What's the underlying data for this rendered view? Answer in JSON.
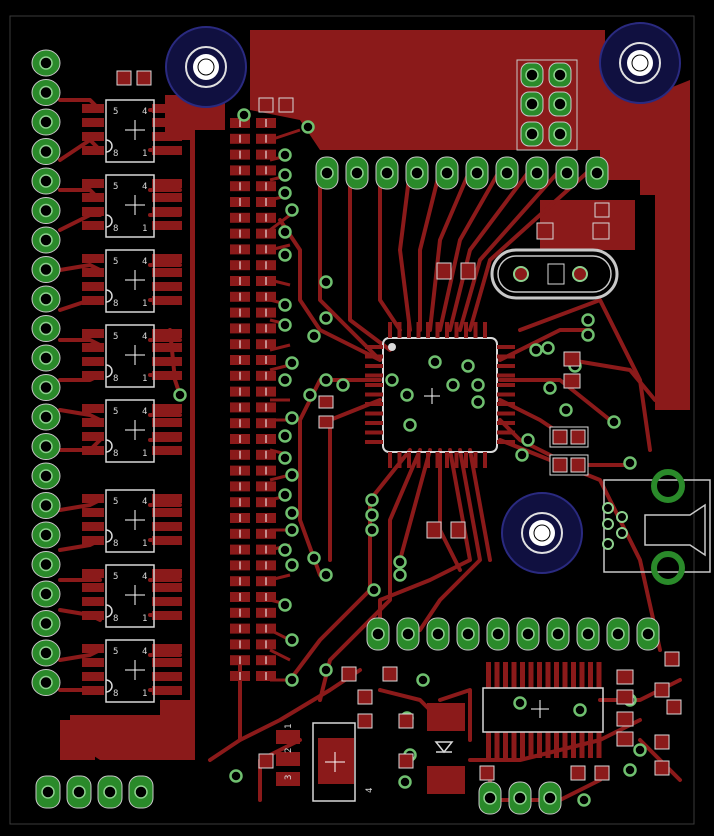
{
  "board": {
    "background": "#000000",
    "copper": "#8B1A1A",
    "pad": "#2A8A2A",
    "pad_ring": "#8ED08E",
    "silkscreen": "#D8D8D8",
    "hole": "#202060",
    "via_ring": "#6FBF6F"
  },
  "ic_pin_labels": {
    "p5": "5",
    "p4": "4",
    "p8": "8",
    "p1": "1"
  },
  "regulator_labels": {
    "p1": "1",
    "p2": "2",
    "p3": "3",
    "p4": "4"
  }
}
